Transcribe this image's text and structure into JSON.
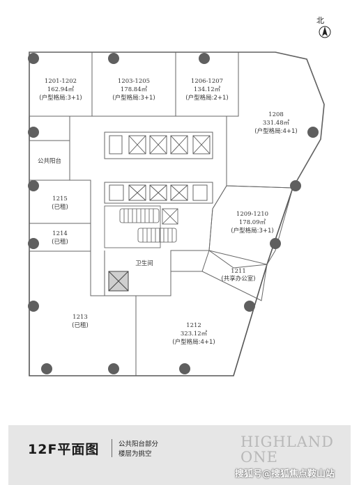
{
  "north": {
    "label": "北"
  },
  "rooms": [
    {
      "id": "r1201",
      "name": "1201-1202",
      "area": "162.94㎡",
      "layout": "(户型格局:3+1)"
    },
    {
      "id": "r1203",
      "name": "1203-1205",
      "area": "178.84㎡",
      "layout": "(户型格局:3+1)"
    },
    {
      "id": "r1206",
      "name": "1206-1207",
      "area": "134.12㎡",
      "layout": "(户型格局:2+1)"
    },
    {
      "id": "r1208",
      "name": "1208",
      "area": "331.48㎡",
      "layout": "(户型格局:4+1)"
    },
    {
      "id": "r1209",
      "name": "1209-1210",
      "area": "178.09㎡",
      "layout": "(户型格局:3+1)"
    },
    {
      "id": "r1211",
      "name": "1211",
      "area": "",
      "layout": "(共享办公室)"
    },
    {
      "id": "r1212",
      "name": "1212",
      "area": "323.12㎡",
      "layout": "(户型格局:4+1)"
    },
    {
      "id": "r1213",
      "name": "1213",
      "area": "",
      "layout": "(已租)"
    },
    {
      "id": "r1214",
      "name": "1214",
      "area": "",
      "layout": "(已租)"
    },
    {
      "id": "r1215",
      "name": "1215",
      "area": "",
      "layout": "(已租)"
    }
  ],
  "labels": {
    "balcony": "公共阳台",
    "restroom": "卫生间"
  },
  "footer": {
    "title": "12F平面图",
    "note_line1": "公共阳台部分",
    "note_line2": "楼层为挑空",
    "brand_line1": "HIGHLAND",
    "brand_line2": "ONE",
    "watermark": "搜狐号@搜狐焦点鞍山站"
  }
}
